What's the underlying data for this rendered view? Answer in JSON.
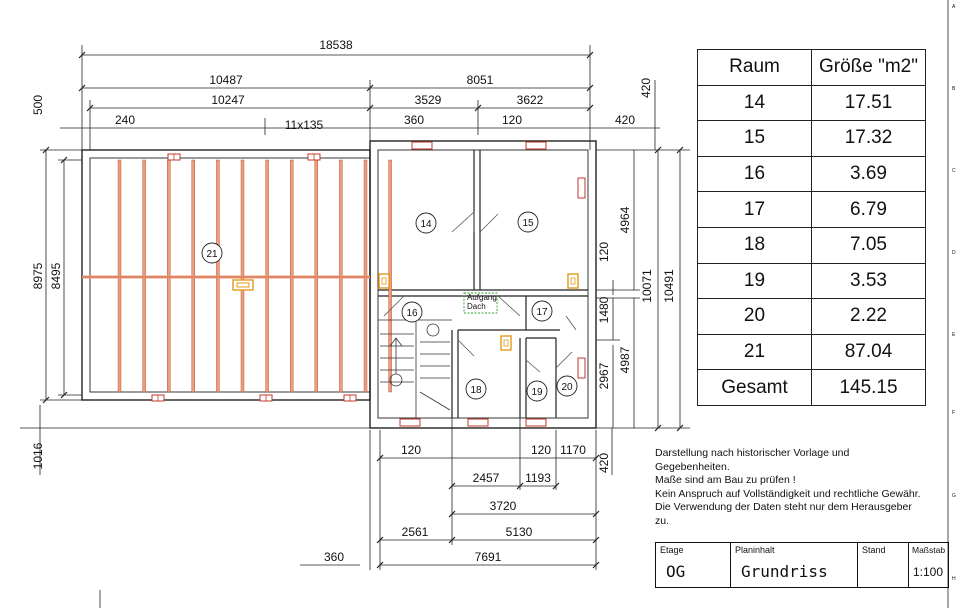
{
  "dimensions": {
    "overall_width": "18538",
    "left_outer": "10487",
    "right_outer": "8051",
    "left_inner": "10247",
    "right_a": "3529",
    "right_b": "3622",
    "left_offset": "240",
    "rafters": "11x135",
    "r_360": "360",
    "r_120": "120",
    "r_420a": "420",
    "top_500": "500",
    "top_420": "420",
    "h_8975": "8975",
    "h_8495": "8495",
    "h_4964": "4964",
    "h_120": "120",
    "h_10071": "10071",
    "h_10491": "10491",
    "h_1480": "1480",
    "h_2967": "2967",
    "h_4987": "4987",
    "h_1016": "1016",
    "b_120": "120",
    "b_120b": "120",
    "b_1170": "1170",
    "b_2457": "2457",
    "b_1193": "1193",
    "b_3720": "3720",
    "b_2561": "2561",
    "b_5130": "5130",
    "b_7691": "7691",
    "b_360": "360",
    "b_420": "420"
  },
  "rooms": [
    "14",
    "15",
    "16",
    "17",
    "18",
    "19",
    "20",
    "21"
  ],
  "roof_access_label_1": "Aufgang",
  "roof_access_label_2": "Dach",
  "area_table": {
    "header_room": "Raum",
    "header_size": "Größe \"m2\"",
    "rows": [
      {
        "room": "14",
        "size": "17.51"
      },
      {
        "room": "15",
        "size": "17.32"
      },
      {
        "room": "16",
        "size": "3.69"
      },
      {
        "room": "17",
        "size": "6.79"
      },
      {
        "room": "18",
        "size": "7.05"
      },
      {
        "room": "19",
        "size": "3.53"
      },
      {
        "room": "20",
        "size": "2.22"
      },
      {
        "room": "21",
        "size": "87.04"
      }
    ],
    "total_label": "Gesamt",
    "total_value": "145.15"
  },
  "notes": [
    "Darstellung nach historischer Vorlage und",
    "Gegebenheiten.",
    "Maße sind am Bau zu prüfen !",
    "Kein Anspruch auf Vollständigkeit und rechtliche Gewähr.",
    "Die Verwendung der Daten steht nur dem Herausgeber",
    "zu."
  ],
  "title_block": {
    "floor_label": "Etage",
    "floor_value": "OG",
    "content_label": "Planinhalt",
    "content_value": "Grundriss",
    "status_label": "Stand",
    "status_value": "",
    "scale_label": "Maßstab",
    "scale_value": "1:100"
  },
  "colors": {
    "line": "#222222",
    "beam": "#e8a07a",
    "beam_edge": "#c0392b",
    "chimney": "#e39a1b",
    "access_box": "#2ca02c"
  }
}
